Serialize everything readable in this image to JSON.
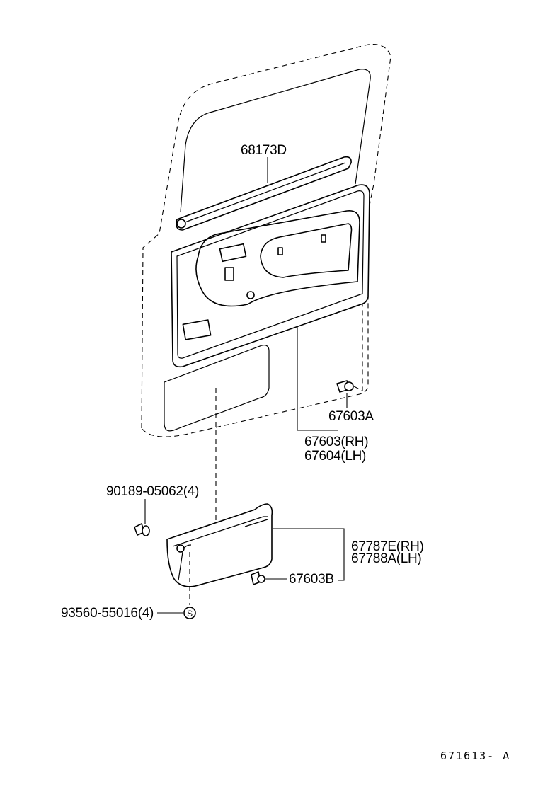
{
  "parts": {
    "weatherstrip": "68173D",
    "clip_upper": "67603A",
    "trim_rh": "67603(RH)",
    "trim_lh": "67604(LH)",
    "screw": "90189-05062(4)",
    "pocket_rh": "67787E(RH)",
    "pocket_lh": "67788A(LH)",
    "clip_lower": "67603B",
    "screw_s": "93560-55016(4)",
    "screw_s_marker": "S"
  },
  "diagram_id": "671613- A"
}
